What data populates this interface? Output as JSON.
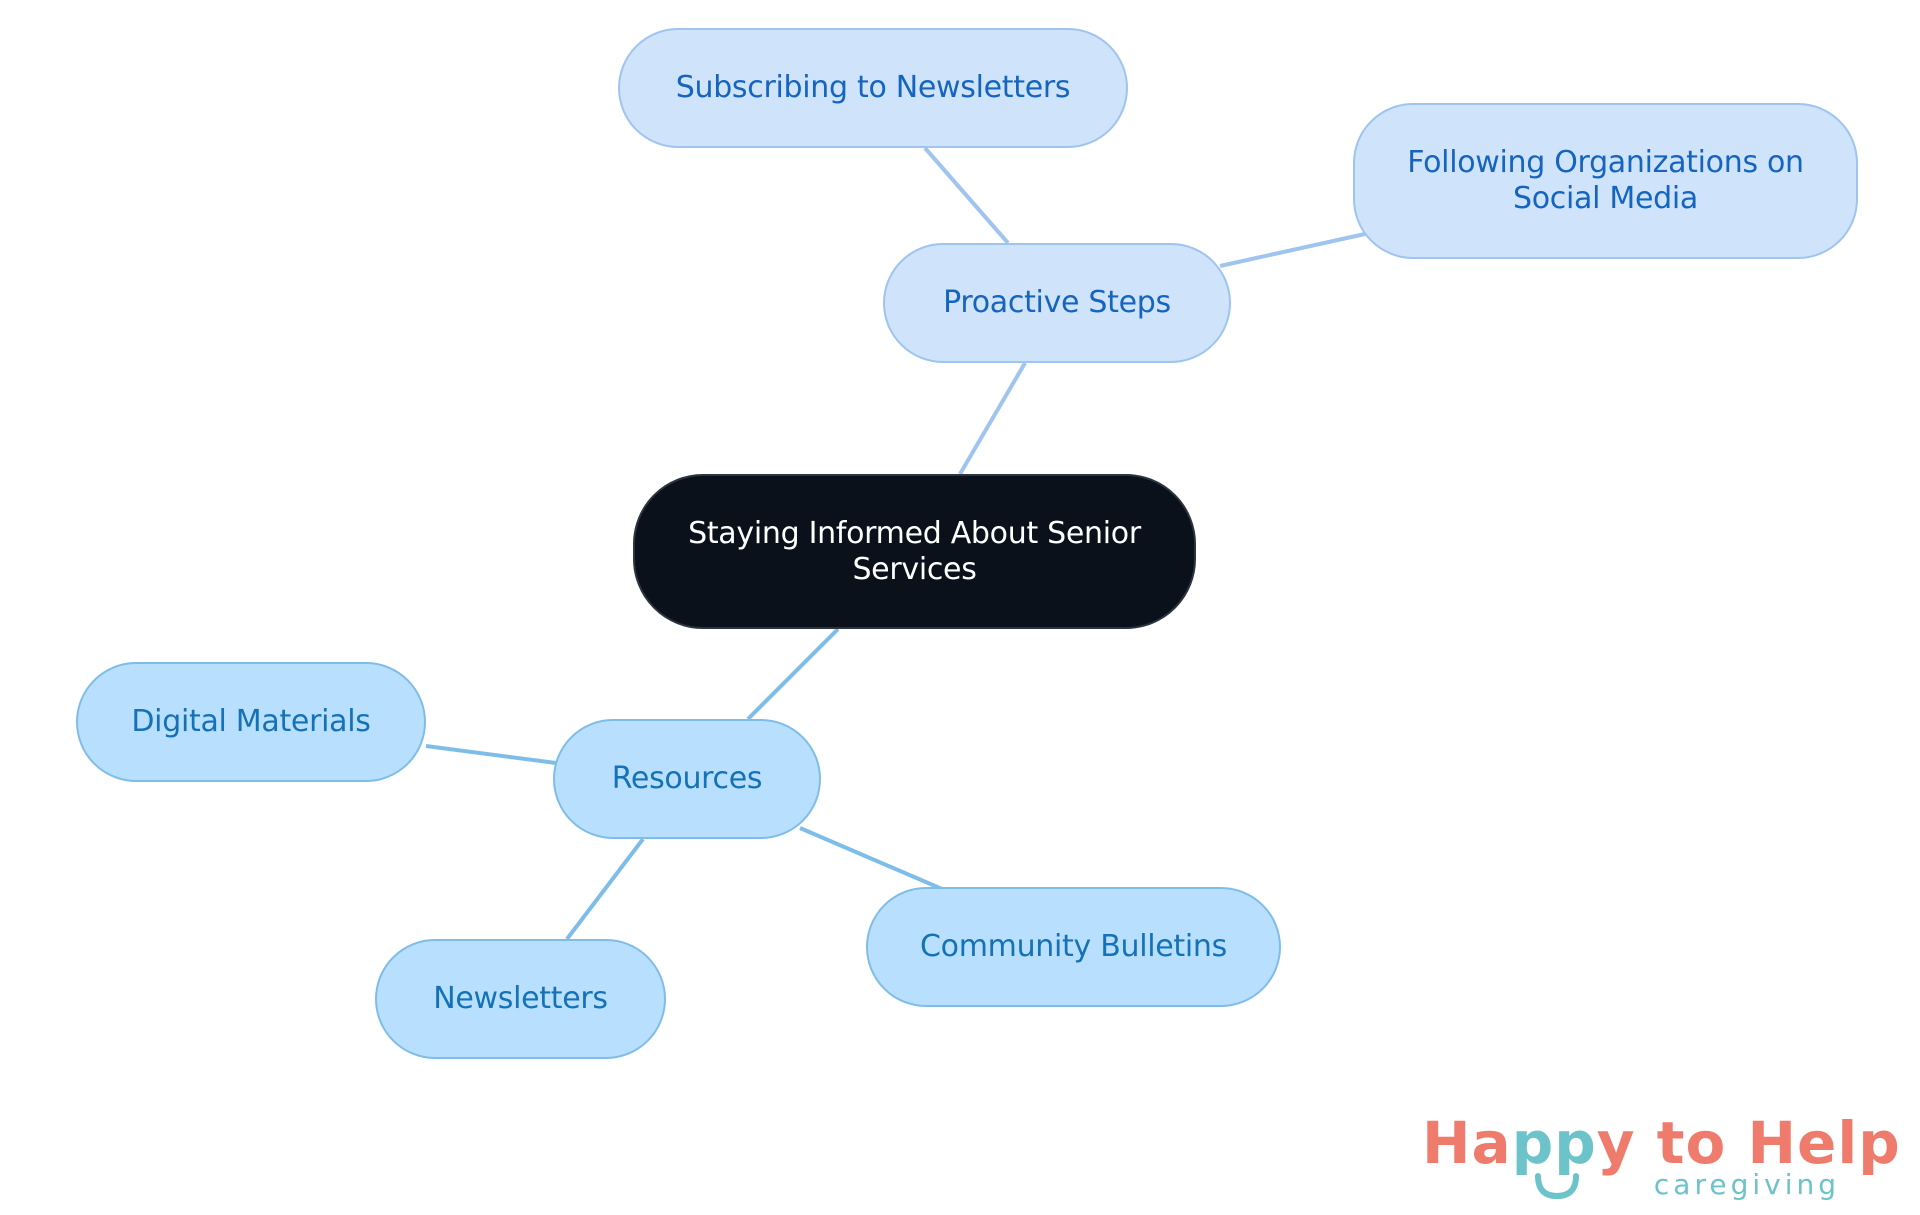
{
  "diagram": {
    "root": "Staying Informed About Senior Services",
    "branches": [
      {
        "label": "Proactive Steps",
        "children": [
          "Subscribing to Newsletters",
          "Following Organizations on Social Media"
        ]
      },
      {
        "label": "Resources",
        "children": [
          "Digital Materials",
          "Newsletters",
          "Community Bulletins"
        ]
      }
    ]
  },
  "logo": {
    "main": "Happy to Help",
    "main_part1": "Ha",
    "main_part2": "pp",
    "main_part3": "y to Help",
    "sub": "caregiving"
  },
  "colors": {
    "root_fill": "#0b111a",
    "proactive_fill": "#cfe3fb",
    "proactive_text": "#1565c0",
    "resources_fill": "#b8e0fe",
    "resources_text": "#1572b6",
    "proactive_edge": "#9ec4ef",
    "resources_edge": "#7fbde9",
    "logo_coral": "#ef7b6c",
    "logo_teal": "#6cc3c9"
  }
}
